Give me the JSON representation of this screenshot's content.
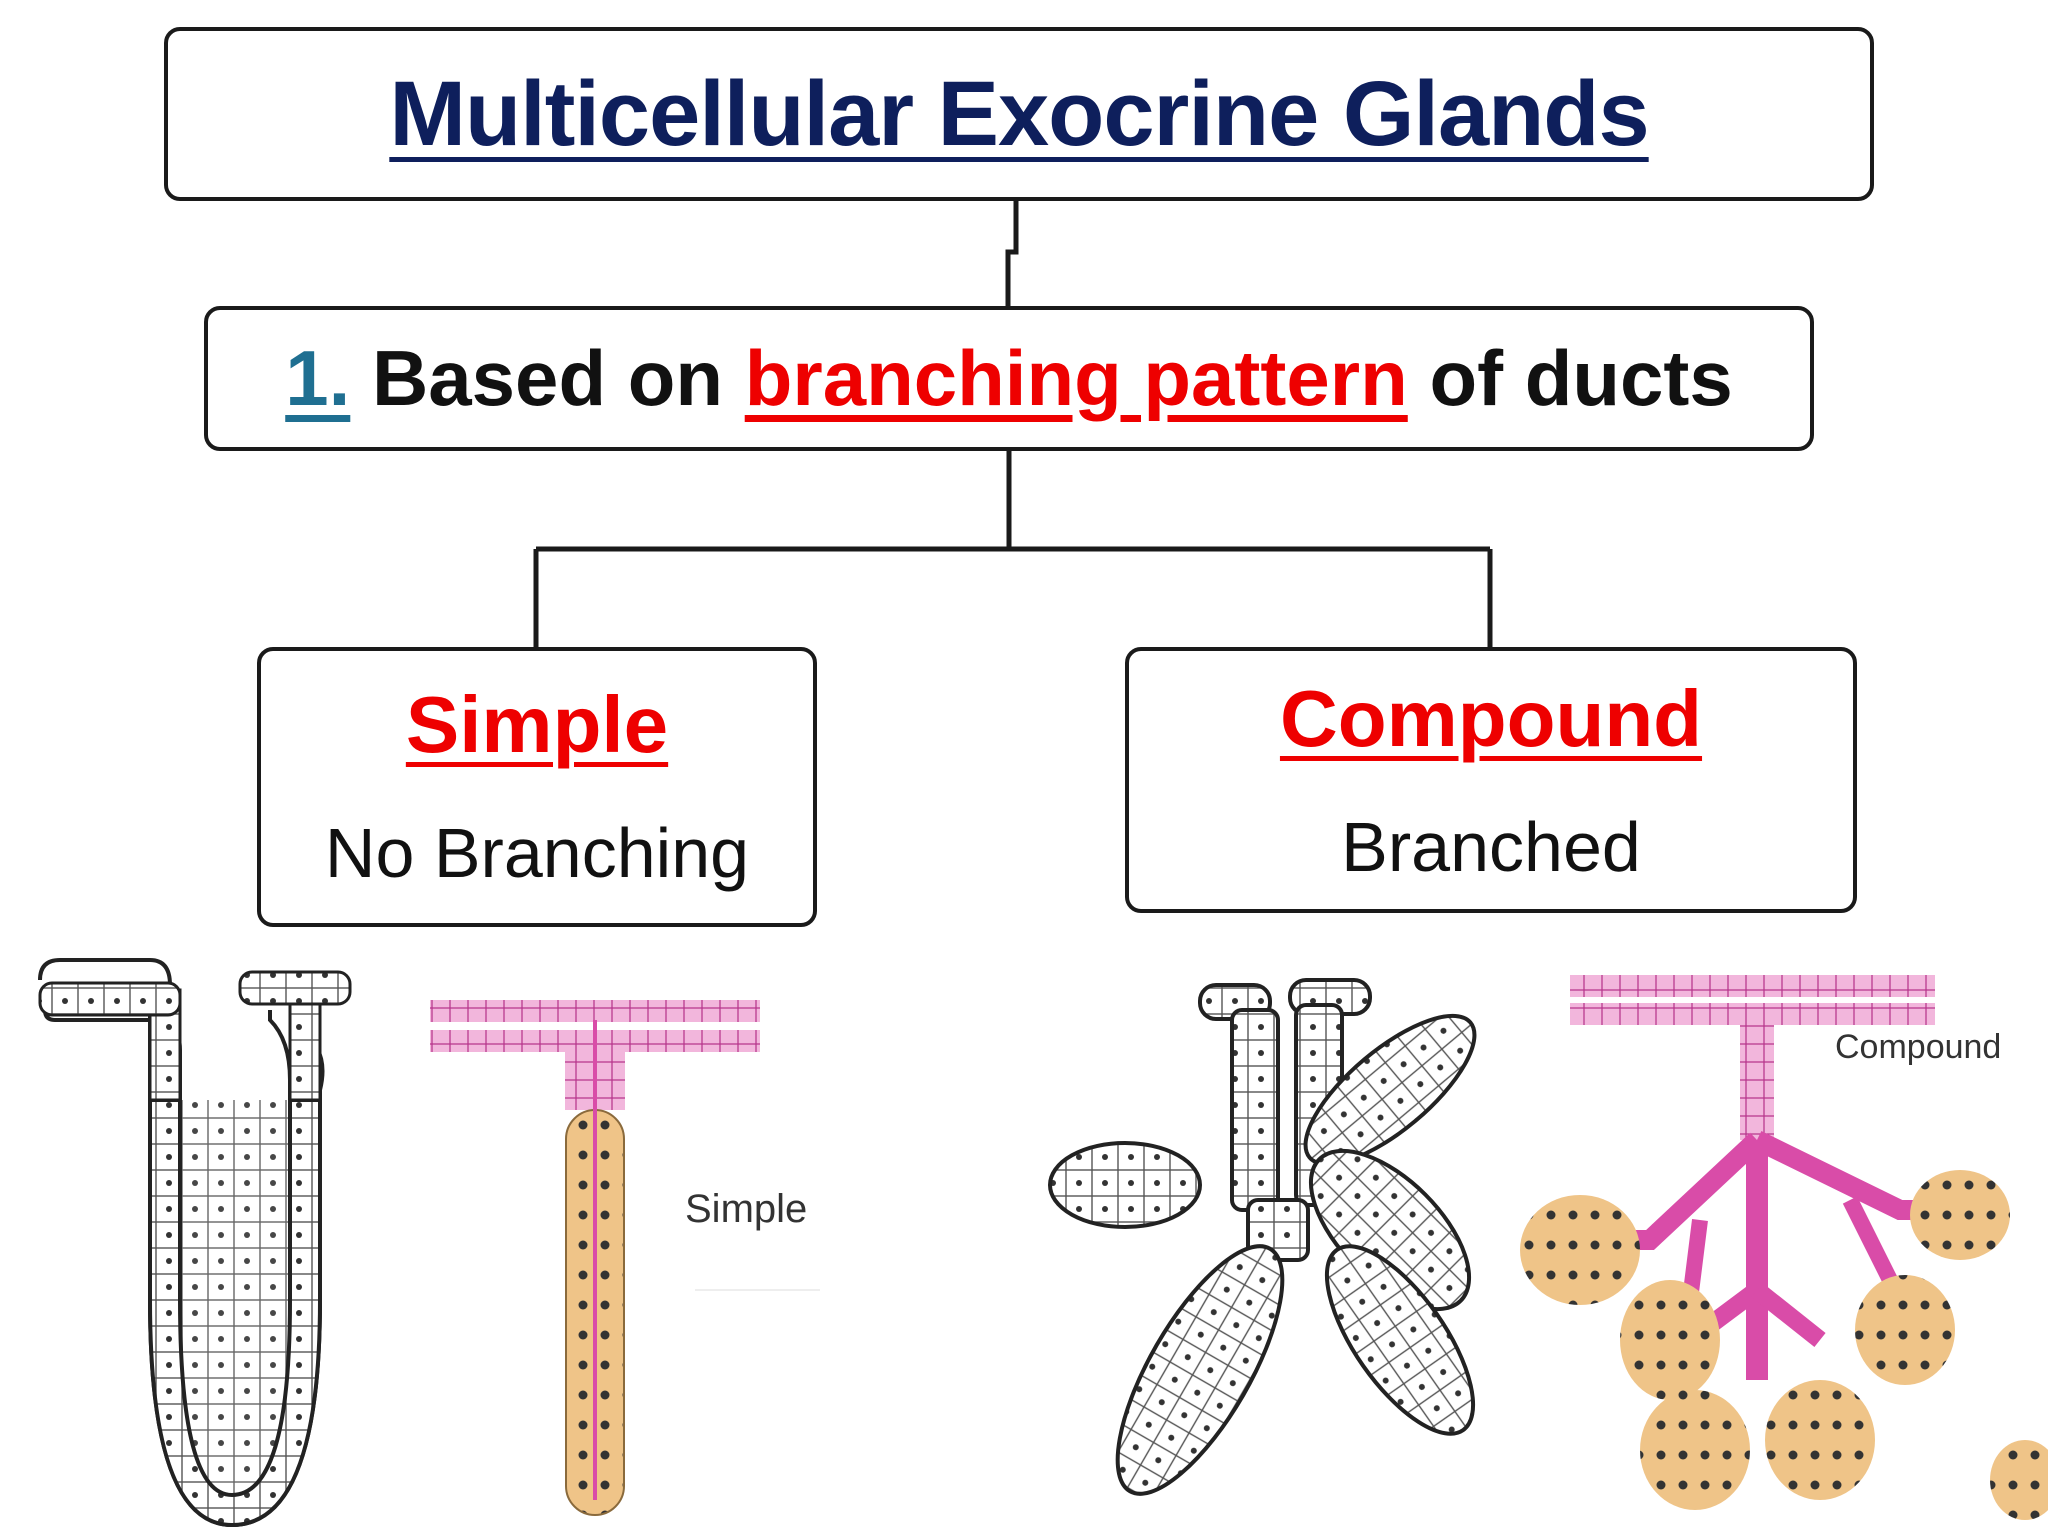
{
  "title": "Multicellular Exocrine Glands",
  "criterion": {
    "number": "1.",
    "prefix": "Based on",
    "keyword": "branching pattern",
    "suffix": "of ducts"
  },
  "categories": {
    "simple": {
      "title": "Simple",
      "description": "No Branching"
    },
    "compound": {
      "title": "Compound",
      "description": "Branched"
    }
  },
  "figure_labels": {
    "simple": "Simple",
    "compound": "Compound"
  },
  "colors": {
    "title": "#0e1f5c",
    "number": "#1f6f91",
    "keyword": "#ee0000",
    "duct_pink": "#d94ca8",
    "secretory_tan": "#efc488"
  }
}
